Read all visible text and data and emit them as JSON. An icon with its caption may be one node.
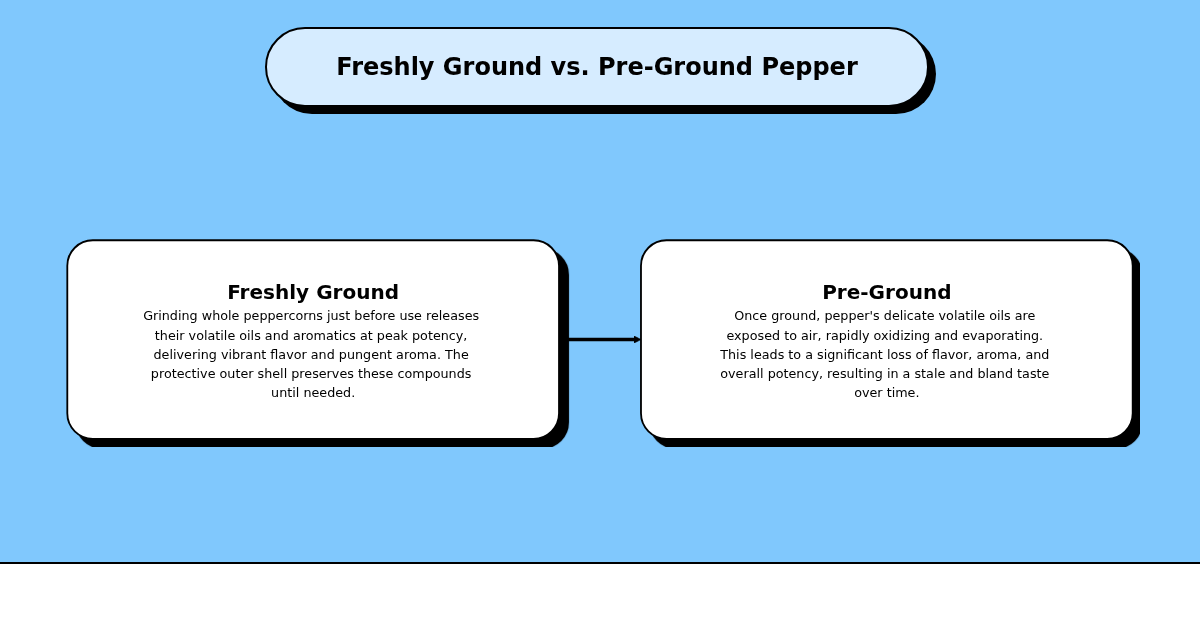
{
  "diagram": {
    "title": "Freshly Ground vs. Pre-Ground Pepper",
    "nodes": [
      {
        "text": [
          "Freshly Ground",
          "Grinding whole peppercorns just before use releases their volatile oils and aromatics at peak potency, delivering vibrant flavor and pungent aroma. The protective outer shell preserves these compounds until needed."
        ]
      },
      {
        "text": [
          "Pre-Ground",
          "Once ground, pepper's delicate volatile oils are exposed to air, rapidly oxidizing and evaporating. This leads to a significant loss of flavor, aroma, and overall potency, resulting in a stale and bland taste over time."
        ]
      }
    ],
    "edges": [
      {
        "from": 0,
        "to": 1,
        "arrow": "to"
      }
    ]
  }
}
